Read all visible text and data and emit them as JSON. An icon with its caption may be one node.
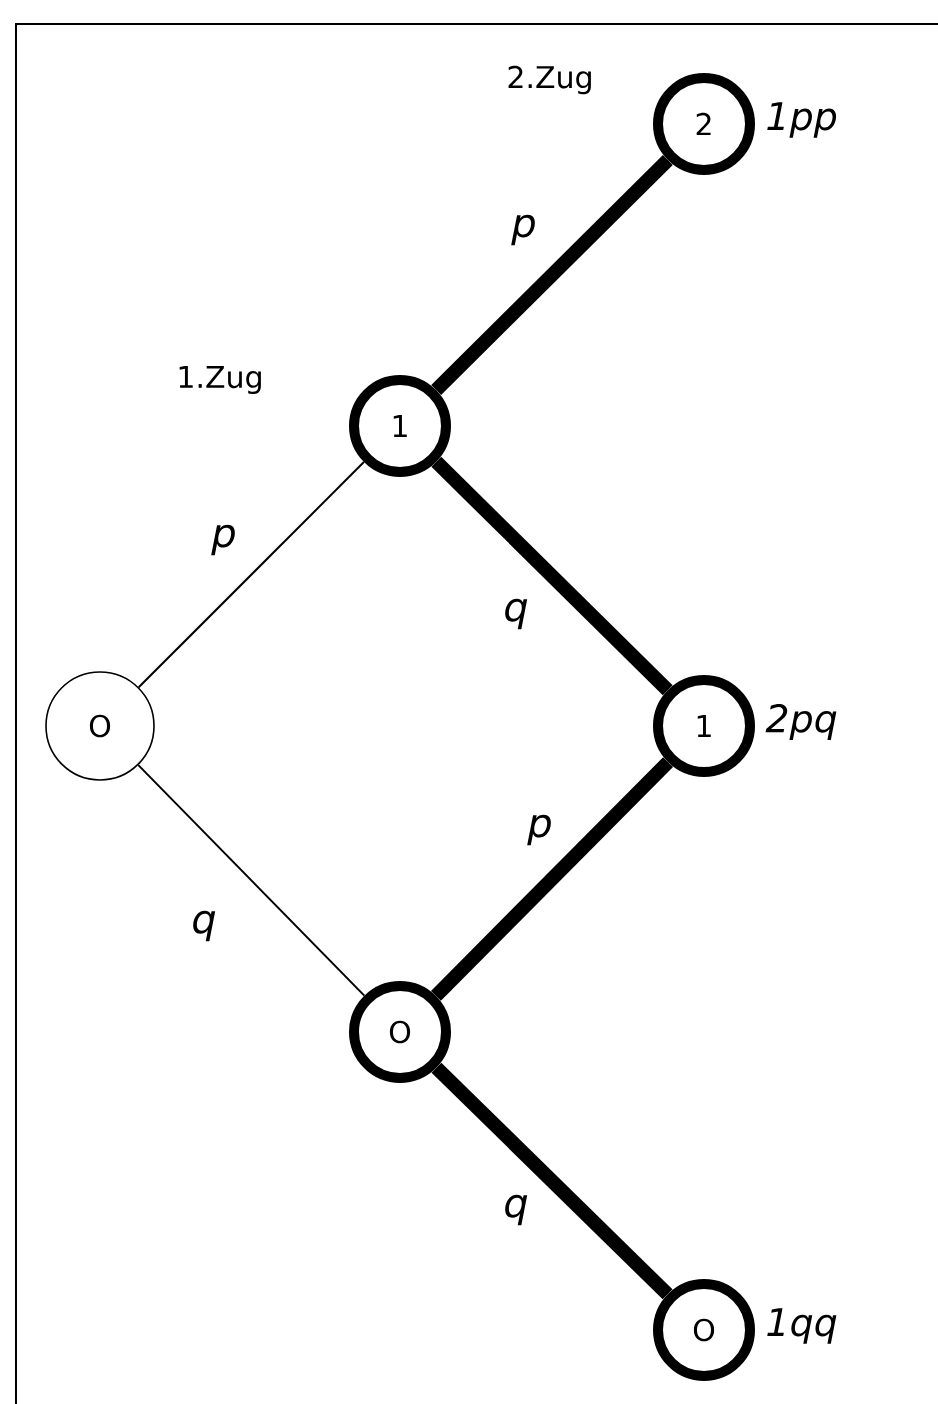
{
  "diagram": {
    "nodes": [
      {
        "text": [
          "2"
        ],
        "beside": [
          "1pp"
        ]
      },
      {
        "text": [
          "1"
        ]
      },
      {
        "text": [
          "O"
        ]
      },
      {
        "text": [
          "1"
        ],
        "beside": [
          "2pq"
        ]
      },
      {
        "text": [
          "O"
        ]
      },
      {
        "text": [
          "O"
        ],
        "beside": [
          "1qq"
        ]
      }
    ],
    "edges": [
      {
        "from": 2,
        "to": 1,
        "arrow": "none",
        "label": "p"
      },
      {
        "from": 2,
        "to": 4,
        "arrow": "none",
        "label": "q"
      },
      {
        "from": 1,
        "to": 0,
        "arrow": "none",
        "label": "p"
      },
      {
        "from": 1,
        "to": 3,
        "arrow": "none",
        "label": "q"
      },
      {
        "from": 4,
        "to": 3,
        "arrow": "none",
        "label": "p"
      },
      {
        "from": 4,
        "to": 5,
        "arrow": "none",
        "label": "q"
      }
    ],
    "labels": [
      "2.Zug",
      "1.Zug"
    ]
  }
}
